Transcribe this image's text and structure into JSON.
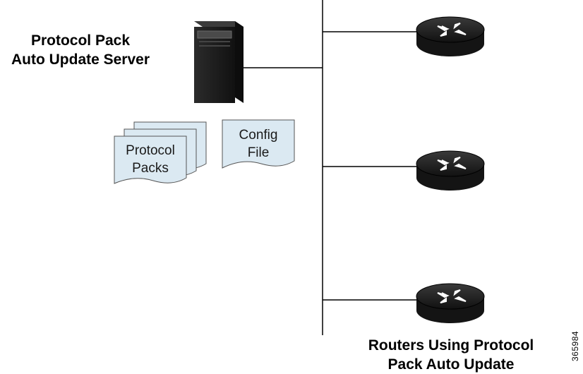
{
  "server": {
    "title_line1": "Protocol Pack",
    "title_line2": "Auto Update Server",
    "icon": "server-tower-icon"
  },
  "documents": {
    "protocol_packs_line1": "Protocol",
    "protocol_packs_line2": "Packs",
    "config_file_line1": "Config",
    "config_file_line2": "File",
    "icon": "document-stack-icon"
  },
  "routers": {
    "caption_line1": "Routers Using Protocol",
    "caption_line2": "Pack Auto Update",
    "icon": "router-icon",
    "count": 3
  },
  "figure_id": "365984",
  "colors": {
    "document_fill": "#dbe9f2",
    "router_body": "#1f1f1f",
    "server_body": "#1a1a1a",
    "line": "#000000"
  }
}
